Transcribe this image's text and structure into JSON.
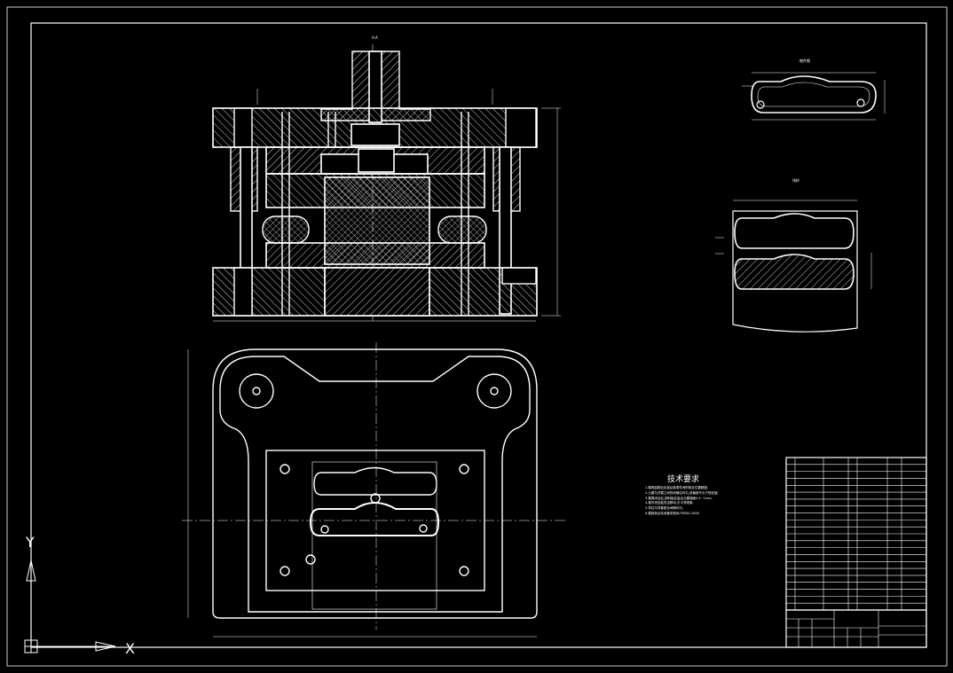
{
  "colors": {
    "background": "#000000",
    "line": "#ffffff",
    "hatch": "#ffffff"
  },
  "axis_icon": {
    "x_label": "X",
    "y_label": "Y"
  },
  "section_labels": {
    "main": "A-A",
    "part": "制件图",
    "strip": "排样"
  },
  "tech_requirements": {
    "title": "技术要求",
    "lines": [
      "1.模具装配后应保证各零件间的相互位置精度;",
      "2.凸模与凹模之间的间隙应均匀,其偏差不大于规定值;",
      "3.模具闭合后,卸料板应高出凸模端面0.5~1mm;",
      "4.推件块应能灵活移动,无卡滞现象;",
      "5.导柱与导套配合间隙均匀;",
      "6.模具其余技术要求按JB/T8050-2008"
    ]
  },
  "bom": {
    "rows": 22,
    "cols": 7
  },
  "title_block": {
    "present": true
  }
}
